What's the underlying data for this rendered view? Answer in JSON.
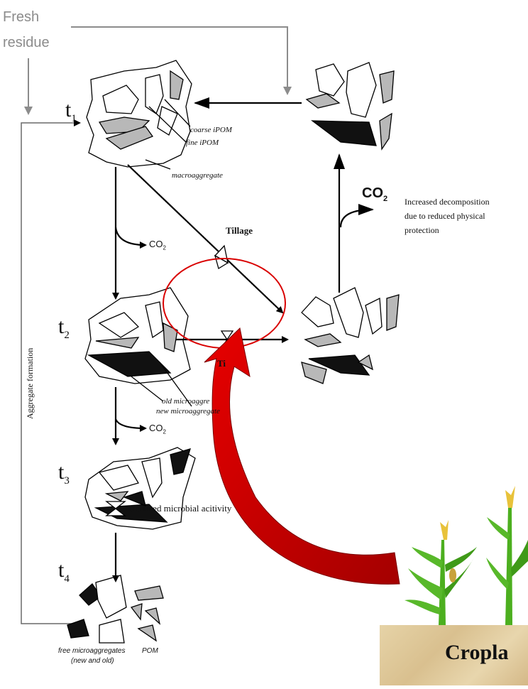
{
  "fresh_residue": [
    "Fresh",
    "residue"
  ],
  "time_labels": {
    "t1": "t",
    "t1_sub": "1",
    "t2": "t",
    "t2_sub": "2",
    "t3": "t",
    "t3_sub": "3",
    "t4": "t",
    "t4_sub": "4"
  },
  "annotations": {
    "coarse_ipom": "coarse iPOM",
    "fine_ipom": "fine iPOM",
    "macroaggregate": "macroaggregate",
    "old_microaggregate": "old microaggre",
    "new_microaggregate": "new microaggregate",
    "free_microaggregates": [
      "free microaggregates",
      "(new and old)"
    ],
    "pom": "POM"
  },
  "process_labels": {
    "tillage_top": "Tillage",
    "tillage_bottom": "Ti",
    "co2": "CO",
    "co2_sub": "2",
    "co2_big": "CO",
    "co2_big_sub": "2",
    "decomposition": [
      "Increased decomposition",
      "due to reduced physical",
      "protection"
    ],
    "reduced_microbial": "Reduced microbial acitivity",
    "aggregate_formation": "Aggregate formation"
  },
  "cropland_label": "Cropla",
  "colors": {
    "highlight_red": "#d90000",
    "arrow_gray": "#8c8c8c",
    "fragment_fill": "#b8b8b8"
  }
}
